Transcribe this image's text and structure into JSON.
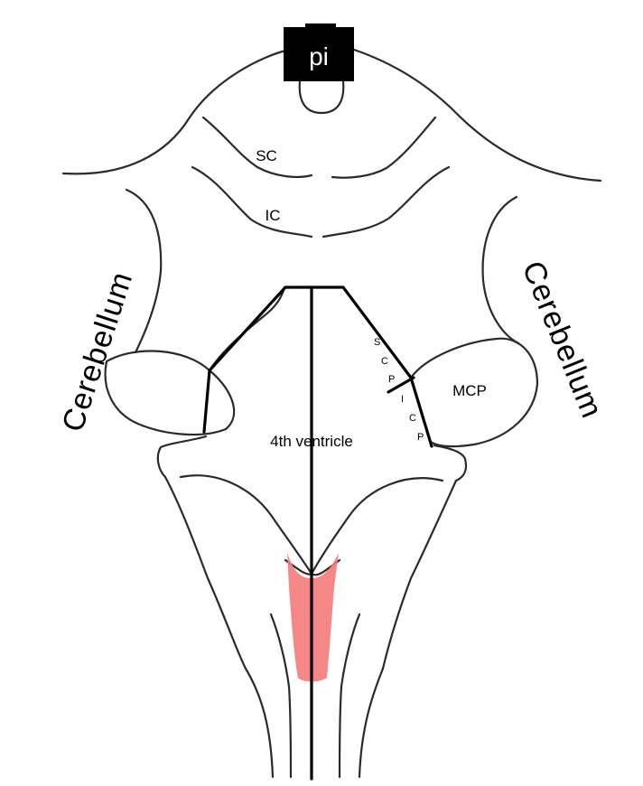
{
  "labels": {
    "pi": "pi",
    "sc": "SC",
    "ic": "IC",
    "cerebellum_left": "Cerebellum",
    "cerebellum_right": "Cerebellum",
    "mcp": "MCP",
    "fourth_ventricle": "4th ventricle",
    "scp": [
      "S",
      "C",
      "P"
    ],
    "icp": [
      "I",
      "C",
      "P"
    ]
  },
  "colors": {
    "outline": "#2a2a2a",
    "bold_line": "#000000",
    "label_box": "#000000",
    "highlight": "#f47a7a"
  }
}
